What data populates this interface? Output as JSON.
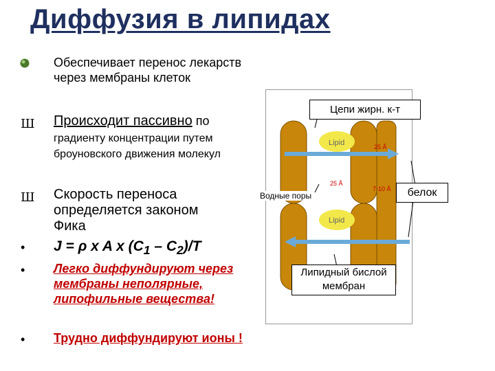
{
  "title": "Диффузия  в липидах",
  "bullets": [
    {
      "marker": "",
      "text": "Обеспечивает перенос лекарств через мембраны клеток"
    },
    {
      "marker": "Ш",
      "text_underlined": "Происходит  пассивно",
      "text_rest": " по",
      "text_cont": "градиенту концентрации путем броуновского движения молекул"
    },
    {
      "marker": "Ш",
      "text": "Скорость переноса определяется законом Фика"
    },
    {
      "marker": "•",
      "formula_parts": [
        "J = ρ x A x (C",
        "1",
        " – C",
        "2",
        ")/T"
      ]
    },
    {
      "marker": "•",
      "text": "Легко диффундируют через мембраны неполярные, липофильные вещества!"
    },
    {
      "marker": "•",
      "text": "Трудно диффундируют ионы !"
    }
  ],
  "diagram": {
    "label_chains": "Цепи жирн. к-т",
    "label_pores": "Водные поры",
    "label_protein": "белок",
    "label_bilayer": "Липидный бислой мембран",
    "lipid_label": "Lipid",
    "size_25a": "25 Å",
    "size_7_10a": "7-10 Å",
    "colors": {
      "lipid": "#c8860a",
      "lipid_inner": "#f2e84a",
      "arrow": "#6aaad8",
      "accent": "#cc0000"
    }
  }
}
